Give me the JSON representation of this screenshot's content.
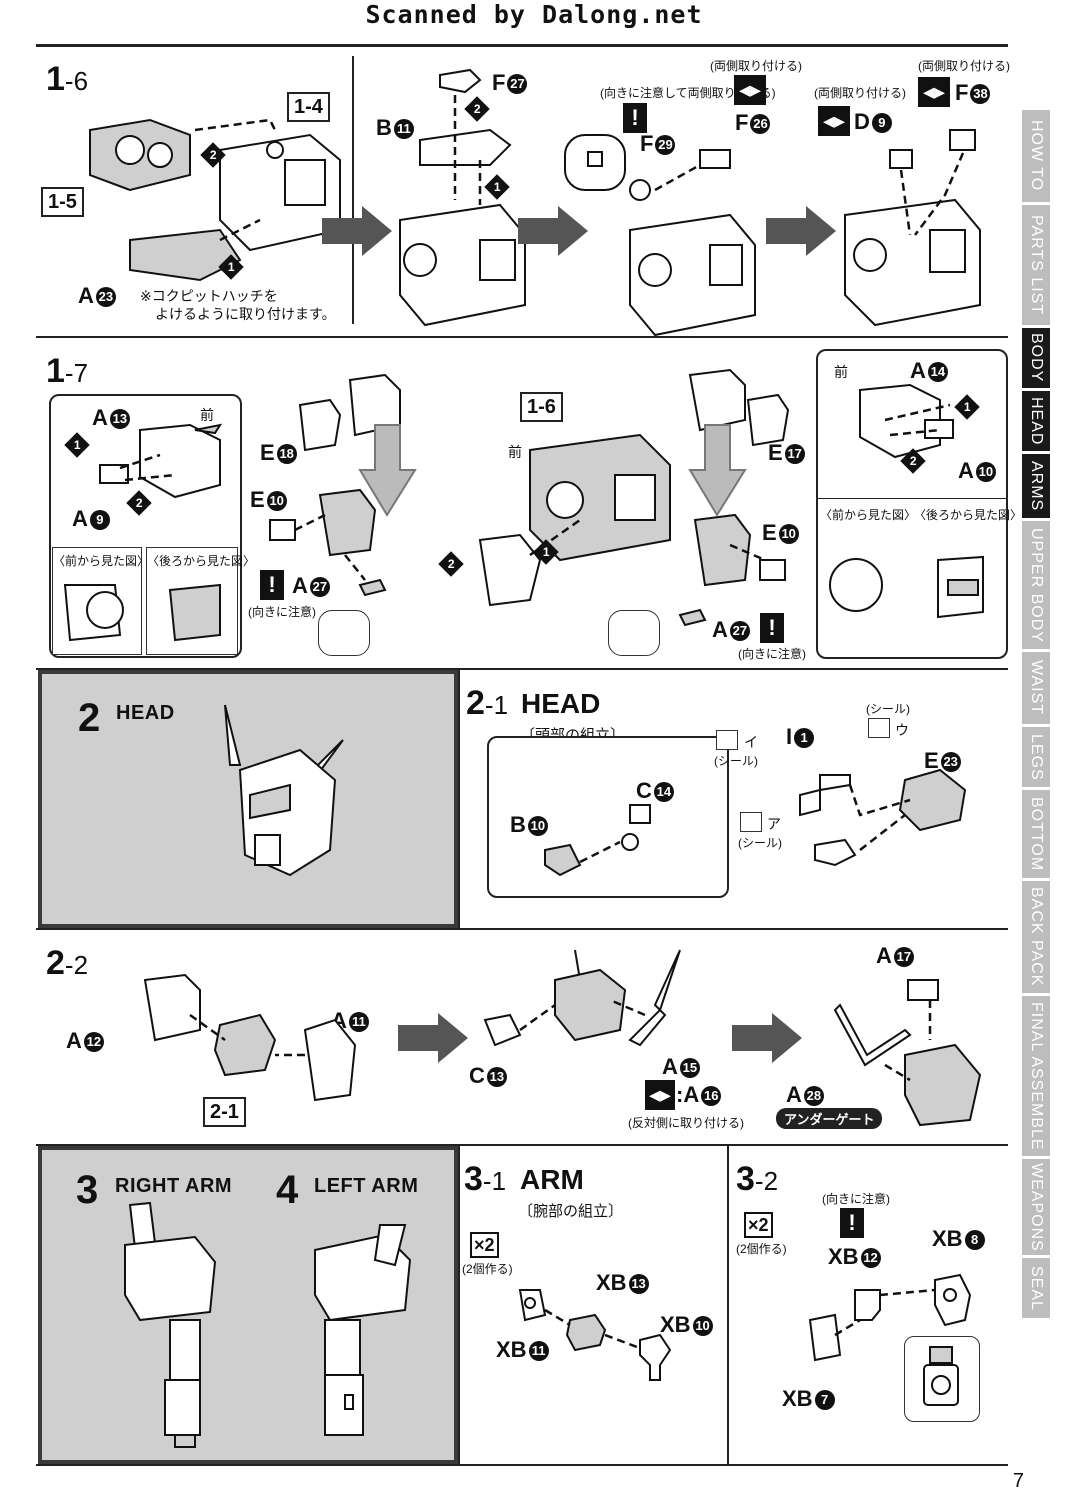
{
  "header": {
    "scanned": "Scanned by Dalong.net"
  },
  "page_number": "7",
  "sidebar": {
    "tabs": [
      {
        "label": "HOW TO",
        "active": false,
        "h": 92
      },
      {
        "label": "PARTS LIST",
        "active": false,
        "h": 120
      },
      {
        "label": "BODY",
        "active": true,
        "h": 60
      },
      {
        "label": "HEAD",
        "active": true,
        "h": 60
      },
      {
        "label": "ARMS",
        "active": true,
        "h": 64
      },
      {
        "label": "UPPER BODY",
        "active": false,
        "h": 128
      },
      {
        "label": "WAIST",
        "active": false,
        "h": 72
      },
      {
        "label": "LEGS",
        "active": false,
        "h": 60
      },
      {
        "label": "BOTTOM",
        "active": false,
        "h": 88
      },
      {
        "label": "BACK PACK",
        "active": false,
        "h": 112
      },
      {
        "label": "FINAL ASSEMBLE",
        "active": false,
        "h": 160
      },
      {
        "label": "WEAPONS",
        "active": false,
        "h": 96
      },
      {
        "label": "SEAL",
        "active": false,
        "h": 60
      }
    ]
  },
  "step_1_6": {
    "num": "1",
    "sub": "-6",
    "ref_1_4": "1-4",
    "ref_1_5": "1-5",
    "part_a23": "A",
    "part_a23_n": "23",
    "cockpit_note_1": "※コクピットハッチを",
    "cockpit_note_2": "よけるように取り付けます。",
    "part_f27": "F",
    "part_f27_n": "27",
    "part_b11": "B",
    "part_b11_n": "11",
    "both_sides": "(両側取り付ける)",
    "careful_both": "(向きに注意して両側取り付ける)",
    "part_f26": "F",
    "part_f26_n": "26",
    "part_f29": "F",
    "part_f29_n": "29",
    "part_d9": "D",
    "part_d9_n": "9",
    "part_f38": "F",
    "part_f38_n": "38",
    "step_1": "1",
    "step_2": "2"
  },
  "step_1_7": {
    "num": "1",
    "sub": "-7",
    "ref_1_6": "1-6",
    "front": "前",
    "part_a13": "A",
    "part_a13_n": "13",
    "part_a9": "A",
    "part_a9_n": "9",
    "part_e18": "E",
    "part_e18_n": "18",
    "part_e10": "E",
    "part_e10_n": "10",
    "part_a27": "A",
    "part_a27_n": "27",
    "part_e17": "E",
    "part_e17_n": "17",
    "part_a14": "A",
    "part_a14_n": "14",
    "part_a10": "A",
    "part_a10_n": "10",
    "careful": "(向きに注意)",
    "front_view": "〈前から見た図〉",
    "back_view": "〈後ろから見た図〉"
  },
  "step_2": {
    "num": "2",
    "title": "HEAD"
  },
  "step_2_1": {
    "num": "2",
    "sub": "-1",
    "title": "HEAD",
    "jp": "〔頭部の組立〕",
    "seal": "(シール)",
    "seal_i": "イ",
    "seal_u": "ウ",
    "seal_a": "ア",
    "part_i1": "I",
    "part_i1_n": "1",
    "part_e23": "E",
    "part_e23_n": "23",
    "part_c14": "C",
    "part_c14_n": "14",
    "part_b10": "B",
    "part_b10_n": "10"
  },
  "step_2_2": {
    "num": "2",
    "sub": "-2",
    "part_a12": "A",
    "part_a12_n": "12",
    "part_a11": "A",
    "part_a11_n": "11",
    "ref_2_1": "2-1",
    "part_c13": "C",
    "part_c13_n": "13",
    "part_a15": "A",
    "part_a15_n": "15",
    "part_a16": ":A",
    "part_a16_n": "16",
    "opposite": "(反対側に取り付ける)",
    "part_a17": "A",
    "part_a17_n": "17",
    "part_a28": "A",
    "part_a28_n": "28",
    "undergate": "アンダーゲート"
  },
  "step_3_4": {
    "num3": "3",
    "title3": "RIGHT ARM",
    "num4": "4",
    "title4": "LEFT ARM"
  },
  "step_3_1": {
    "num": "3",
    "sub": "-1",
    "title": "ARM",
    "jp": "〔腕部の組立〕",
    "x2": "×2",
    "make2": "(2個作る)",
    "part_xb13": "XB",
    "part_xb13_n": "13",
    "part_xb11": "XB",
    "part_xb11_n": "11",
    "part_xb10": "XB",
    "part_xb10_n": "10"
  },
  "step_3_2": {
    "num": "3",
    "sub": "-2",
    "x2": "×2",
    "make2": "(2個作る)",
    "careful": "(向きに注意)",
    "part_xb12": "XB",
    "part_xb12_n": "12",
    "part_xb8": "XB",
    "part_xb8_n": "8",
    "part_xb7": "XB",
    "part_xb7_n": "7"
  }
}
